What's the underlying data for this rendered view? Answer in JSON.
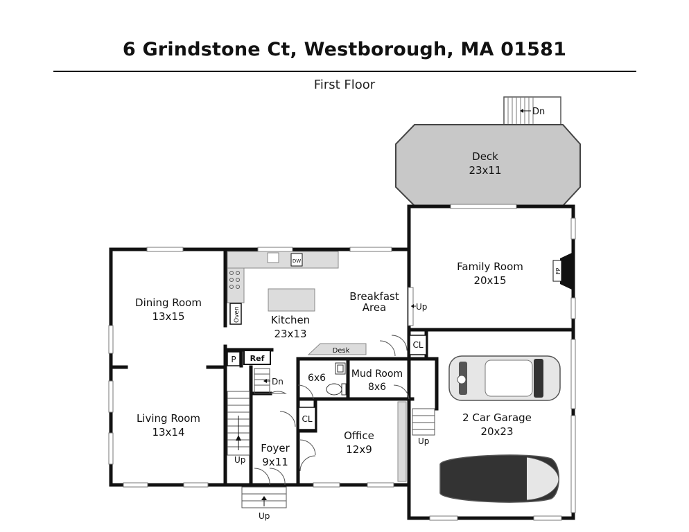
{
  "header": {
    "address": "6 Grindstone Ct, Westborough, MA 01581",
    "floor": "First Floor"
  },
  "rooms": {
    "deck": {
      "name": "Deck",
      "size": "23x11"
    },
    "family_room": {
      "name": "Family Room",
      "size": "20x15"
    },
    "dining_room": {
      "name": "Dining Room",
      "size": "13x15"
    },
    "kitchen": {
      "name": "Kitchen",
      "size": "23x13"
    },
    "breakfast": {
      "name": "Breakfast",
      "name2": "Area"
    },
    "living_room": {
      "name": "Living Room",
      "size": "13x14"
    },
    "bath": {
      "size": "6x6"
    },
    "mud_room": {
      "name": "Mud Room",
      "size": "8x6"
    },
    "office": {
      "name": "Office",
      "size": "12x9"
    },
    "foyer": {
      "name": "Foyer",
      "size": "9x11"
    },
    "garage": {
      "name": "2 Car Garage",
      "size": "20x23"
    }
  },
  "fixtures": {
    "oven": "Oven",
    "dw": "DW",
    "ref": "Ref",
    "pantry": "P",
    "desk": "Desk",
    "fireplace": "FP",
    "closet1": "CL",
    "closet2": "CL"
  },
  "stairs": {
    "deck_dn": "Dn",
    "family_up": "Up",
    "foyer_dn": "Dn",
    "foyer_up": "Up",
    "entry_up": "Up",
    "garage_up": "Up"
  },
  "colors": {
    "wall": "#111111",
    "deck_fill": "#c8c8c8",
    "fixture_fill": "#dcdcdc"
  }
}
